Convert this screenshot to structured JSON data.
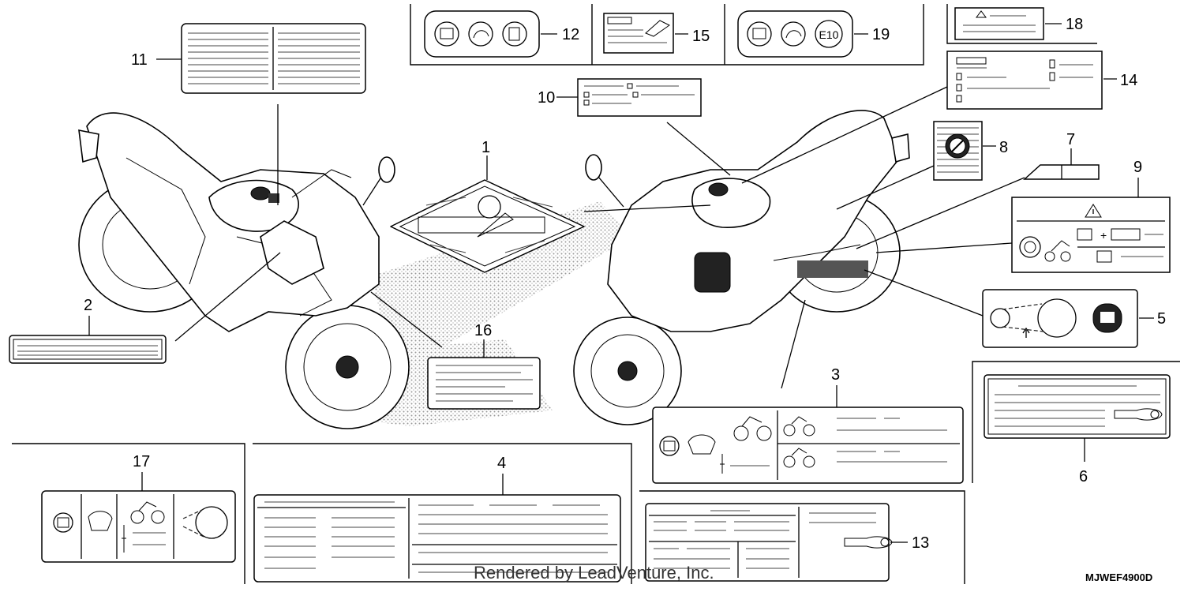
{
  "callouts": {
    "c1": "1",
    "c2": "2",
    "c3": "3",
    "c4": "4",
    "c5": "5",
    "c6": "6",
    "c7": "7",
    "c8": "8",
    "c9": "9",
    "c10": "10",
    "c11": "11",
    "c12": "12",
    "c13": "13",
    "c14": "14",
    "c15": "15",
    "c16": "16",
    "c17": "17",
    "c18": "18",
    "c19": "19"
  },
  "icon_text": {
    "e10": "E10"
  },
  "footer": {
    "credit": "Rendered by LeadVenture, Inc.",
    "diagram_code": "MJWEF4900D"
  }
}
